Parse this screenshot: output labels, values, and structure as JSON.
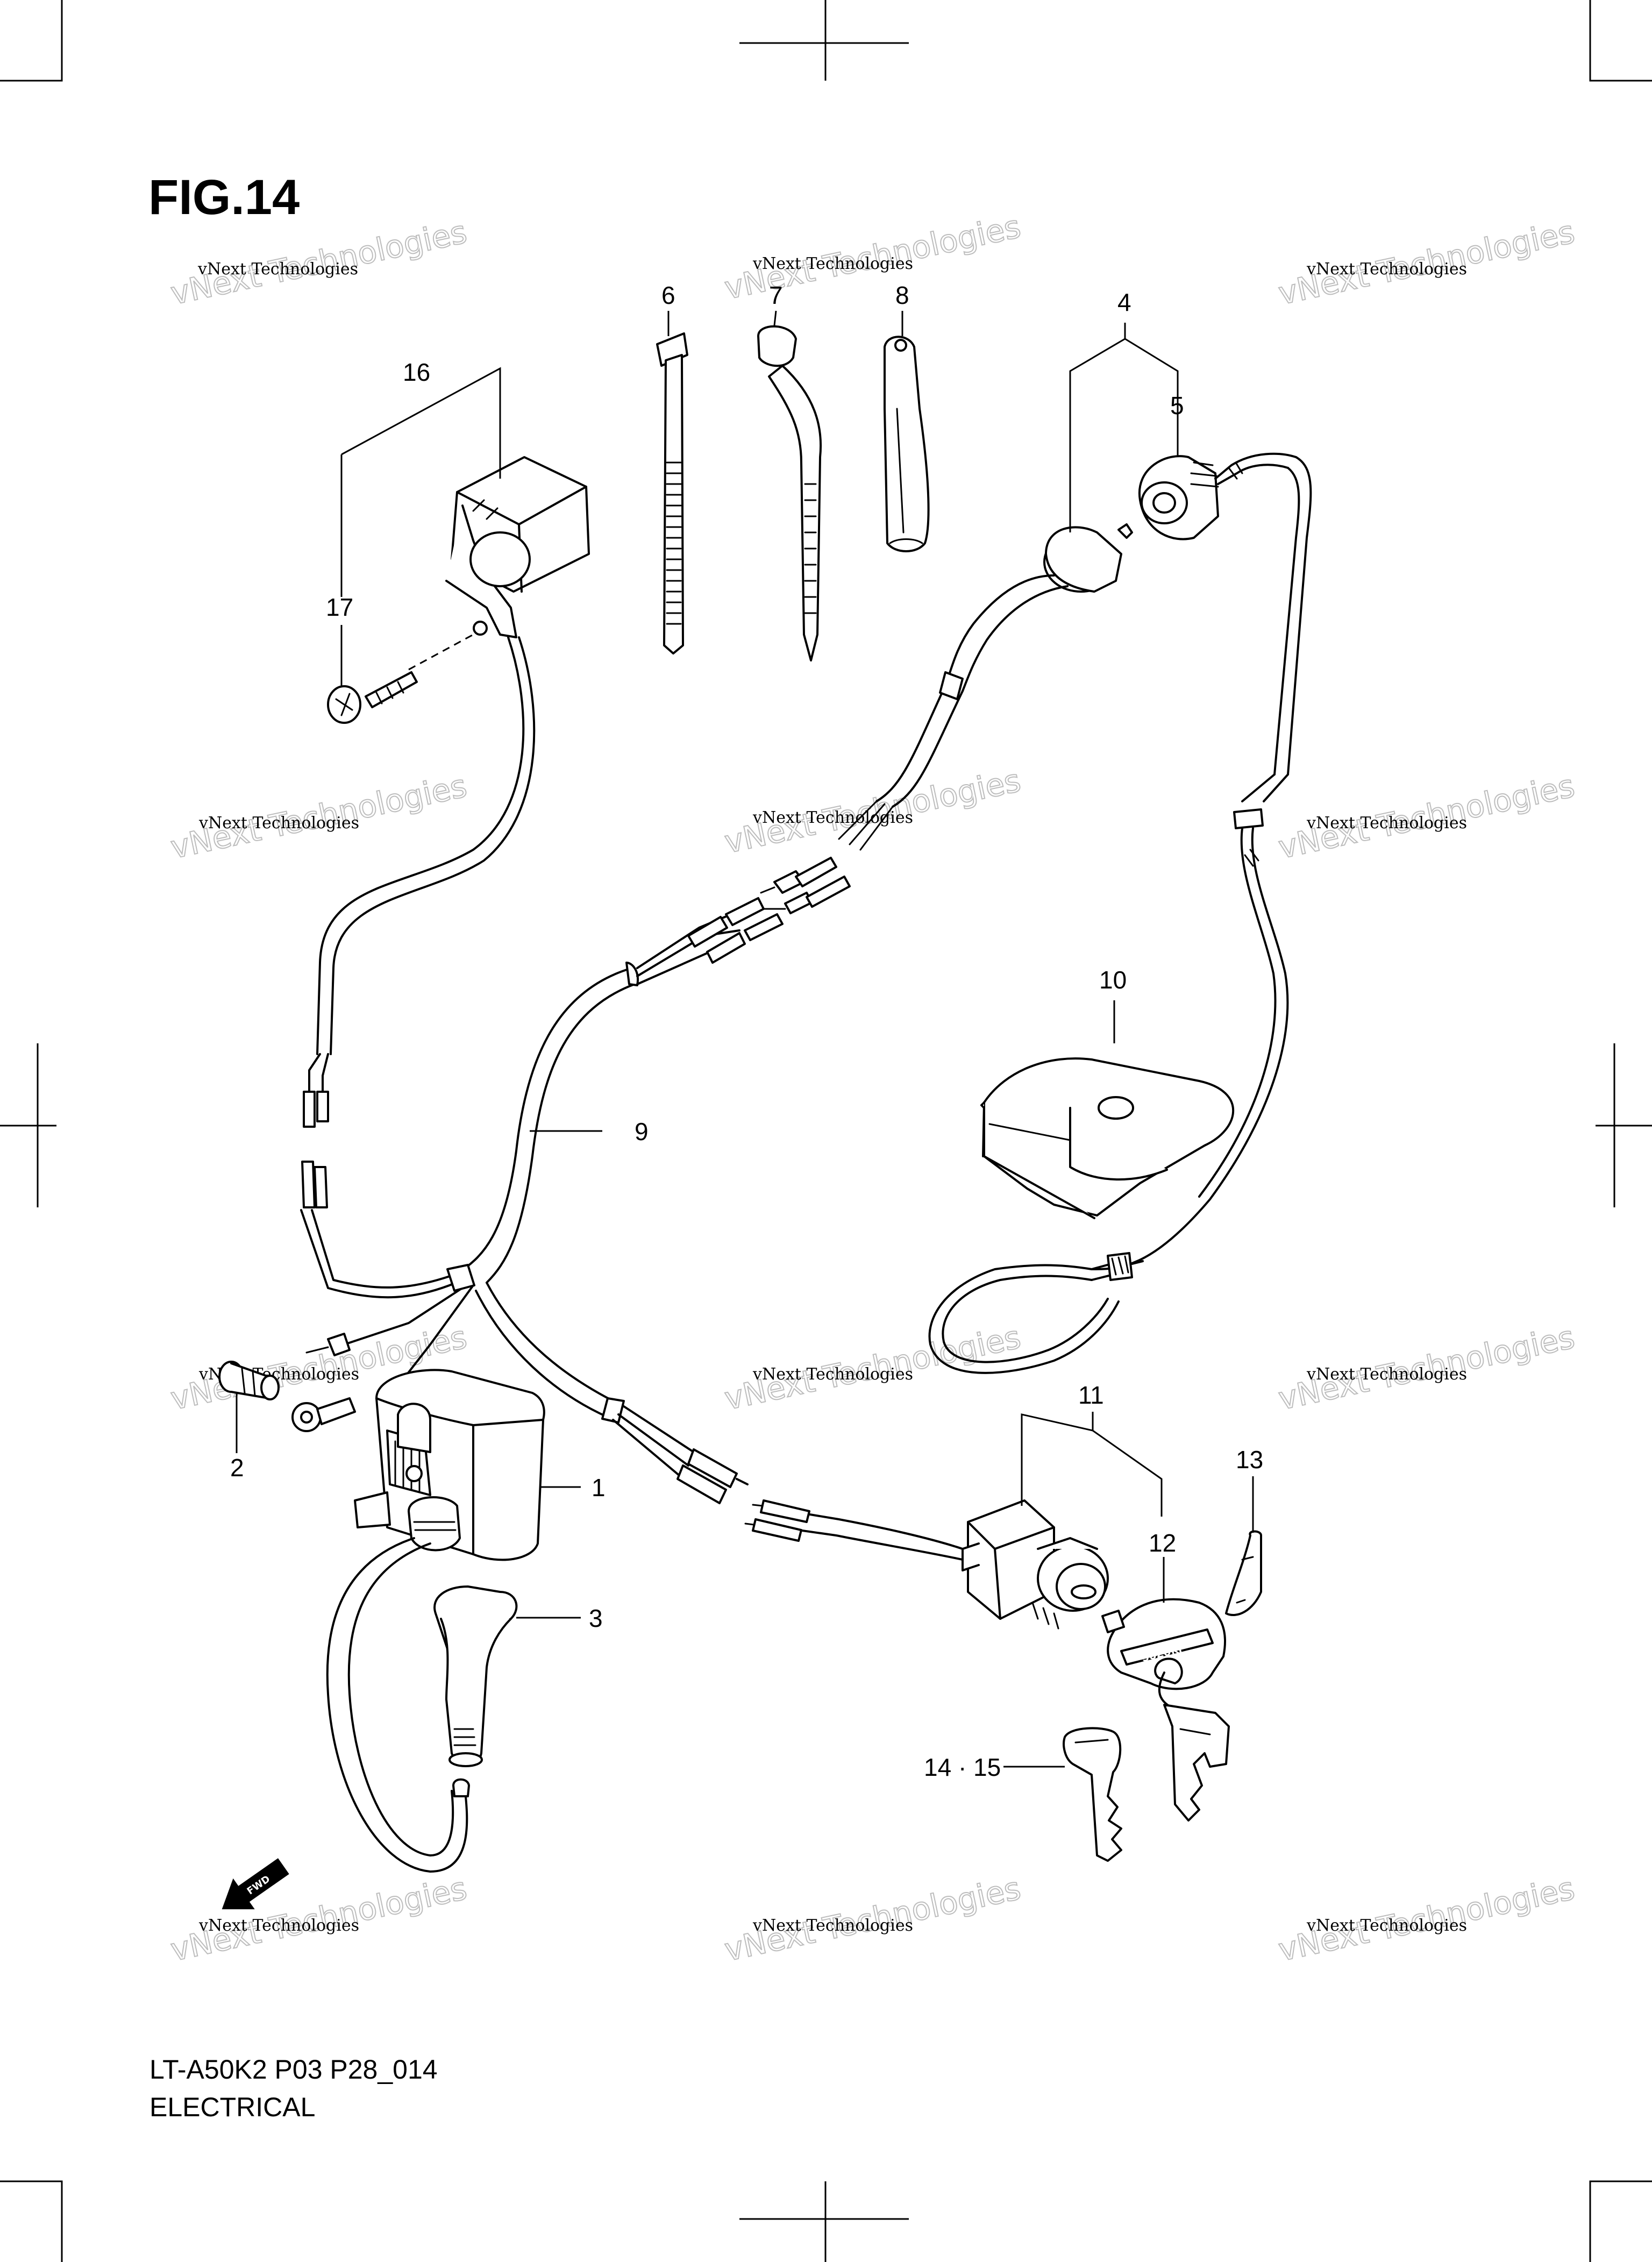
{
  "figure_title": "FIG.14",
  "footer": {
    "model_code": "LT-A50K2 P03 P28_014",
    "section": "ELECTRICAL"
  },
  "callouts": [
    {
      "id": "c1",
      "label": "1"
    },
    {
      "id": "c2",
      "label": "2"
    },
    {
      "id": "c3",
      "label": "3"
    },
    {
      "id": "c4",
      "label": "4"
    },
    {
      "id": "c5",
      "label": "5"
    },
    {
      "id": "c6",
      "label": "6"
    },
    {
      "id": "c7",
      "label": "7"
    },
    {
      "id": "c8",
      "label": "8"
    },
    {
      "id": "c9",
      "label": "9"
    },
    {
      "id": "c10",
      "label": "10"
    },
    {
      "id": "c11",
      "label": "11"
    },
    {
      "id": "c12",
      "label": "12"
    },
    {
      "id": "c13",
      "label": "13"
    },
    {
      "id": "c14",
      "label": "14 · 15"
    },
    {
      "id": "c16",
      "label": "16"
    },
    {
      "id": "c17",
      "label": "17"
    }
  ],
  "watermark": {
    "line1": "vNext Technologies",
    "line2": "vNext Technologies"
  },
  "fwd_stamp": "FWD",
  "key_cap_text": "SUZUKI"
}
